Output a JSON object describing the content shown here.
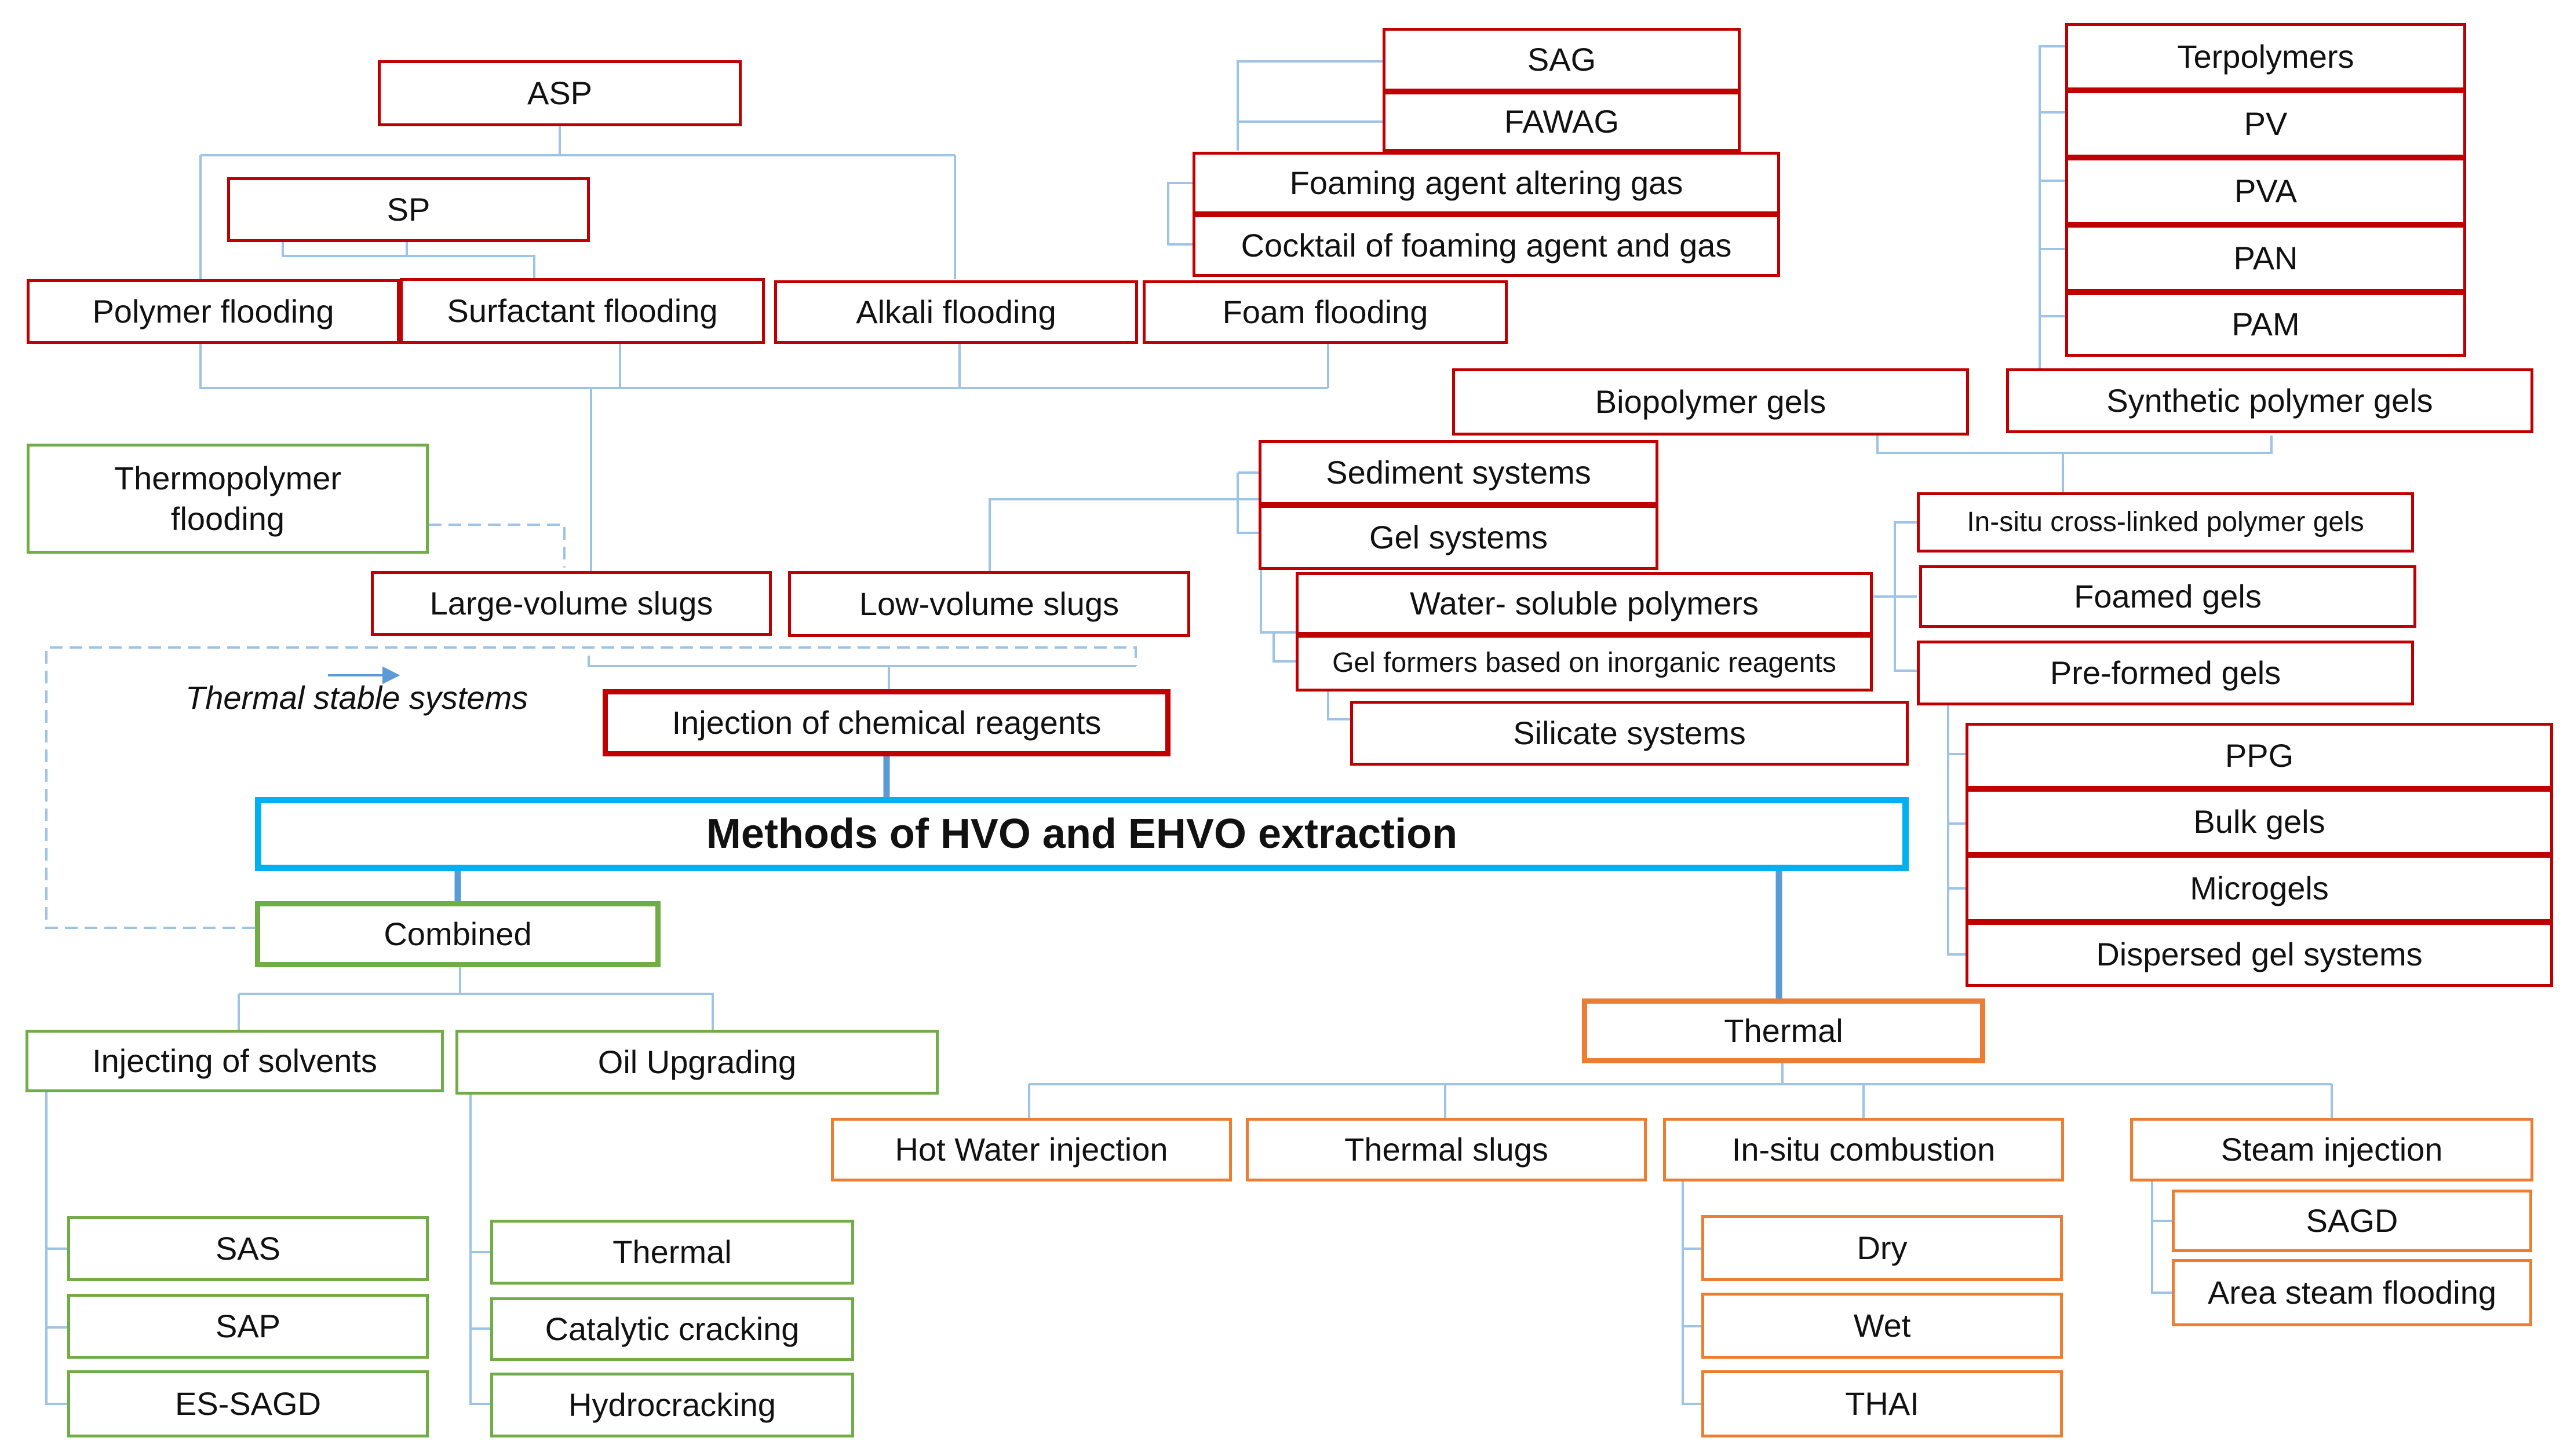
{
  "root": "Methods of HVO and EHVO extraction",
  "main": {
    "chemical": "Injection of chemical reagents",
    "combined": "Combined",
    "thermal": "Thermal"
  },
  "chemical": {
    "large_volume": "Large-volume slugs",
    "low_volume": "Low-volume slugs",
    "asp": "ASP",
    "sp": "SP",
    "polymer": "Polymer flooding",
    "surfactant": "Surfactant flooding",
    "alkali": "Alkali flooding",
    "foam": "Foam flooding",
    "sag": "SAG",
    "fawag": "FAWAG",
    "foaming_gas": "Foaming agent altering gas",
    "cocktail": "Cocktail of foaming agent and gas",
    "sediment": "Sediment systems",
    "gel_systems": "Gel systems",
    "water_soluble": "Water- soluble polymers",
    "gel_formers": "Gel formers based on inorganic reagents",
    "silicate": "Silicate systems",
    "biopolymer": "Biopolymer gels",
    "synthetic": "Synthetic polymer gels",
    "terpolymers": "Terpolymers",
    "pv": "PV",
    "pva": "PVA",
    "pan": "PAN",
    "pam": "PAM",
    "insitu_crosslinked": "In-situ cross-linked polymer gels",
    "foamed_gels": "Foamed gels",
    "preformed": "Pre-formed gels",
    "ppg": "PPG",
    "bulk_gels": "Bulk gels",
    "microgels": "Microgels",
    "dispersed": "Dispersed gel systems"
  },
  "combined": {
    "thermopolymer": "Thermopolymer flooding",
    "thermal_stable_caption": "Thermal stable systems",
    "solvents": "Injecting of solvents",
    "upgrading": "Oil Upgrading",
    "sas": "SAS",
    "sap": "SAP",
    "es_sagd": "ES-SAGD",
    "up_thermal": "Thermal",
    "catalytic": "Catalytic cracking",
    "hydrocracking": "Hydrocracking"
  },
  "thermal": {
    "hot_water": "Hot Water injection",
    "thermal_slugs": "Thermal slugs",
    "insitu_combustion": "In-situ combustion",
    "steam_injection": "Steam injection",
    "dry": "Dry",
    "wet": "Wet",
    "thai": "THAI",
    "sagd": "SAGD",
    "area_steam": "Area steam flooding"
  },
  "colors": {
    "chemical": "#c00000",
    "combined": "#70ad47",
    "thermal": "#ed7d31",
    "root": "#00b0f0",
    "connector": "#9dc3e6",
    "main_connector": "#5b9bd5"
  }
}
